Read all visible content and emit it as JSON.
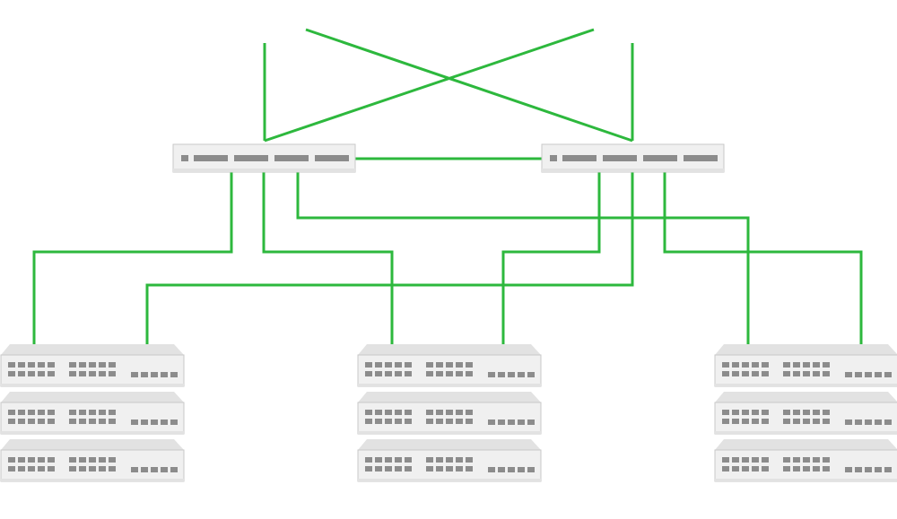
{
  "colors": {
    "link": "#2db83d",
    "device_body": "#f0f0f0",
    "device_top": "#e2e2e2",
    "device_edge": "#c8c8c8",
    "port": "#8c8c8c"
  },
  "devices": {
    "spine_switches": [
      {
        "id": "spine-left"
      },
      {
        "id": "spine-right"
      }
    ],
    "access_stacks": [
      {
        "id": "stack-left",
        "switches": 3
      },
      {
        "id": "stack-center",
        "switches": 3
      },
      {
        "id": "stack-right",
        "switches": 3
      }
    ]
  },
  "links": [
    {
      "from": "spine-left",
      "to": "uplink-left"
    },
    {
      "from": "spine-left",
      "to": "uplink-right"
    },
    {
      "from": "spine-right",
      "to": "uplink-right"
    },
    {
      "from": "spine-right",
      "to": "uplink-left"
    },
    {
      "from": "spine-left",
      "to": "spine-right"
    },
    {
      "from": "spine-left",
      "to": "stack-left"
    },
    {
      "from": "spine-left",
      "to": "stack-center"
    },
    {
      "from": "spine-left",
      "to": "stack-right"
    },
    {
      "from": "spine-right",
      "to": "stack-left"
    },
    {
      "from": "spine-right",
      "to": "stack-center"
    },
    {
      "from": "spine-right",
      "to": "stack-right"
    }
  ]
}
